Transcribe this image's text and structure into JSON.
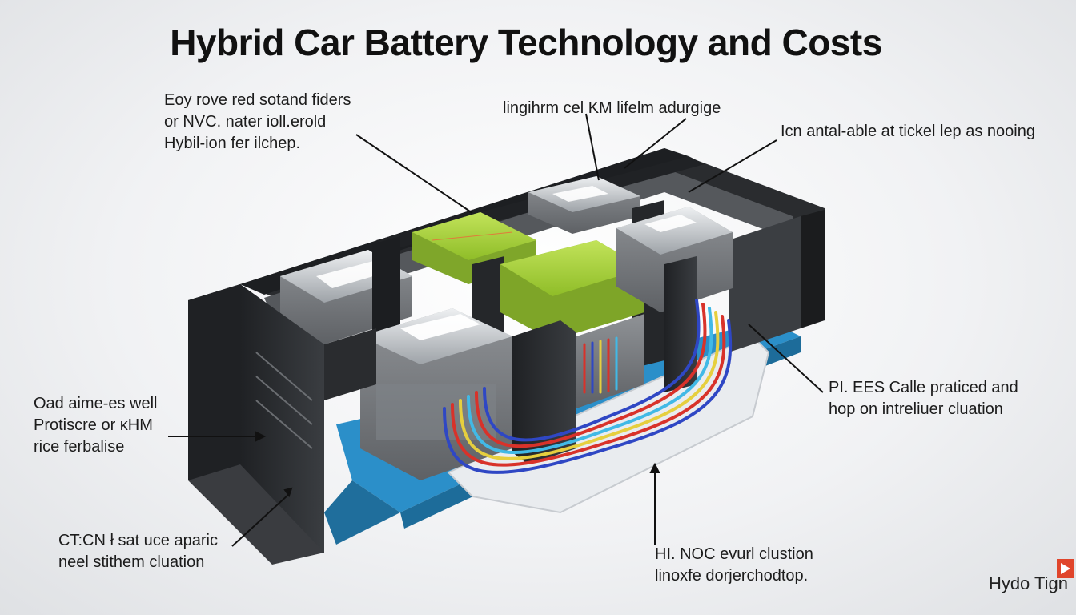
{
  "title": "Hybrid Car Battery Technology and Costs",
  "callouts": {
    "top_left": [
      "Eoy rove red sotand fiders",
      "or NVC. nater ioll.erold",
      "Hybil-ion fer ilchep."
    ],
    "top_center": [
      "lingihrm cel KM lifelm adurgige"
    ],
    "top_right": [
      "Icn antal-able at tickel lep as nooing"
    ],
    "middle_left": [
      "Oad aime-es well",
      "Protiscre or ĸHM",
      "rice ferbalise"
    ],
    "middle_right": [
      "PI. EES Calle praticed and",
      "hop on intreliuer cluation"
    ],
    "bottom_left": [
      "CT:CN ł sat uce aparic",
      "neel stithem cluation"
    ],
    "bottom_center": [
      "HI. NOC evurl clustion",
      "linoxfe dorjerchodtop."
    ]
  },
  "brand": "Hydo Tign",
  "colors": {
    "casing": "#2b2d30",
    "cell_gray": "#c9ccd0",
    "cell_green": "#a6d23a",
    "tray_blue": "#2b8fc9",
    "wire_red": "#d8322a",
    "wire_blue": "#2f47c4",
    "wire_yellow": "#e6cf3e",
    "wire_cyan": "#41b9e6",
    "brand_accent": "#e0452b"
  }
}
